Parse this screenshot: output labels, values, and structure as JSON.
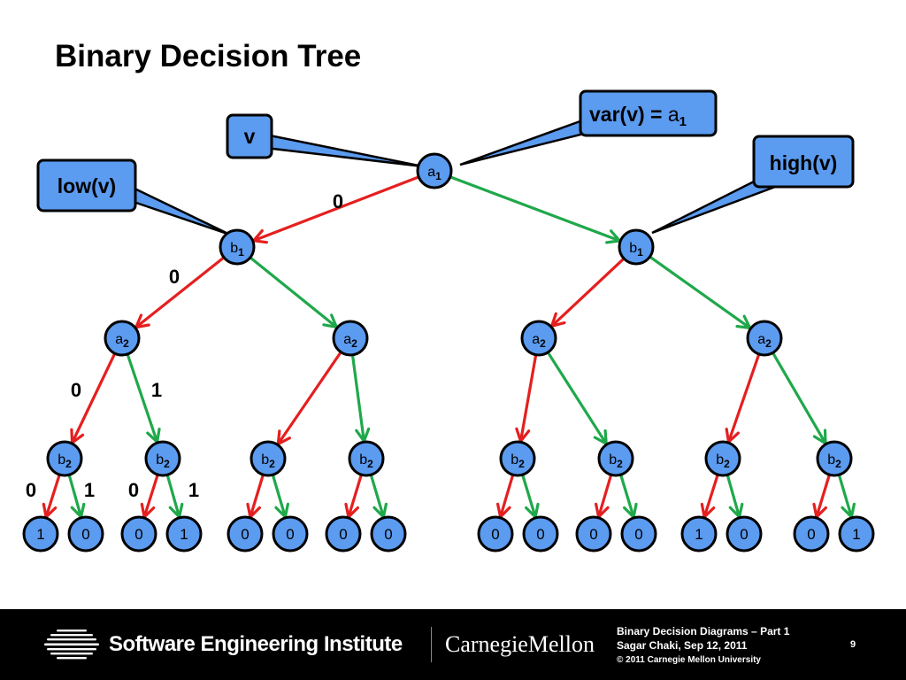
{
  "slide": {
    "title": "Binary Decision Tree"
  },
  "colors": {
    "node_fill": "#5b9bf0",
    "low_edge": "#e51f1f",
    "high_edge": "#1fa84a",
    "callout_fill": "#5b9bf0"
  },
  "diagram": {
    "callouts": [
      {
        "id": "v",
        "label": "v"
      },
      {
        "id": "low",
        "label": "low(v)"
      },
      {
        "id": "var",
        "label": "var(v) = ",
        "var_main": "a",
        "var_sub": "1"
      },
      {
        "id": "high",
        "label": "high(v)"
      }
    ],
    "nodes": [
      {
        "id": "n_a1",
        "main": "a",
        "sub": "1"
      },
      {
        "id": "n_b1_l",
        "main": "b",
        "sub": "1"
      },
      {
        "id": "n_b1_r",
        "main": "b",
        "sub": "1"
      },
      {
        "id": "n_a2_1",
        "main": "a",
        "sub": "2"
      },
      {
        "id": "n_a2_2",
        "main": "a",
        "sub": "2"
      },
      {
        "id": "n_a2_3",
        "main": "a",
        "sub": "2"
      },
      {
        "id": "n_a2_4",
        "main": "a",
        "sub": "2"
      },
      {
        "id": "n_b2_1",
        "main": "b",
        "sub": "2"
      },
      {
        "id": "n_b2_2",
        "main": "b",
        "sub": "2"
      },
      {
        "id": "n_b2_3",
        "main": "b",
        "sub": "2"
      },
      {
        "id": "n_b2_4",
        "main": "b",
        "sub": "2"
      },
      {
        "id": "n_b2_5",
        "main": "b",
        "sub": "2"
      },
      {
        "id": "n_b2_6",
        "main": "b",
        "sub": "2"
      },
      {
        "id": "n_b2_7",
        "main": "b",
        "sub": "2"
      },
      {
        "id": "n_b2_8",
        "main": "b",
        "sub": "2"
      }
    ],
    "leaves": [
      "1",
      "0",
      "0",
      "1",
      "0",
      "0",
      "0",
      "0",
      "0",
      "0",
      "0",
      "0",
      "1",
      "0",
      "0",
      "1"
    ],
    "edge_labels": [
      "0",
      "0",
      "0",
      "1",
      "0",
      "1",
      "0",
      "1"
    ]
  },
  "footer": {
    "institute": "Software Engineering Institute",
    "university": "CarnegieMellon",
    "meta_title": "Binary Decision Diagrams – Part 1",
    "meta_author": "Sagar Chaki, Sep 12, 2011",
    "meta_copyright": "© 2011 Carnegie Mellon University",
    "page_number": "9"
  }
}
